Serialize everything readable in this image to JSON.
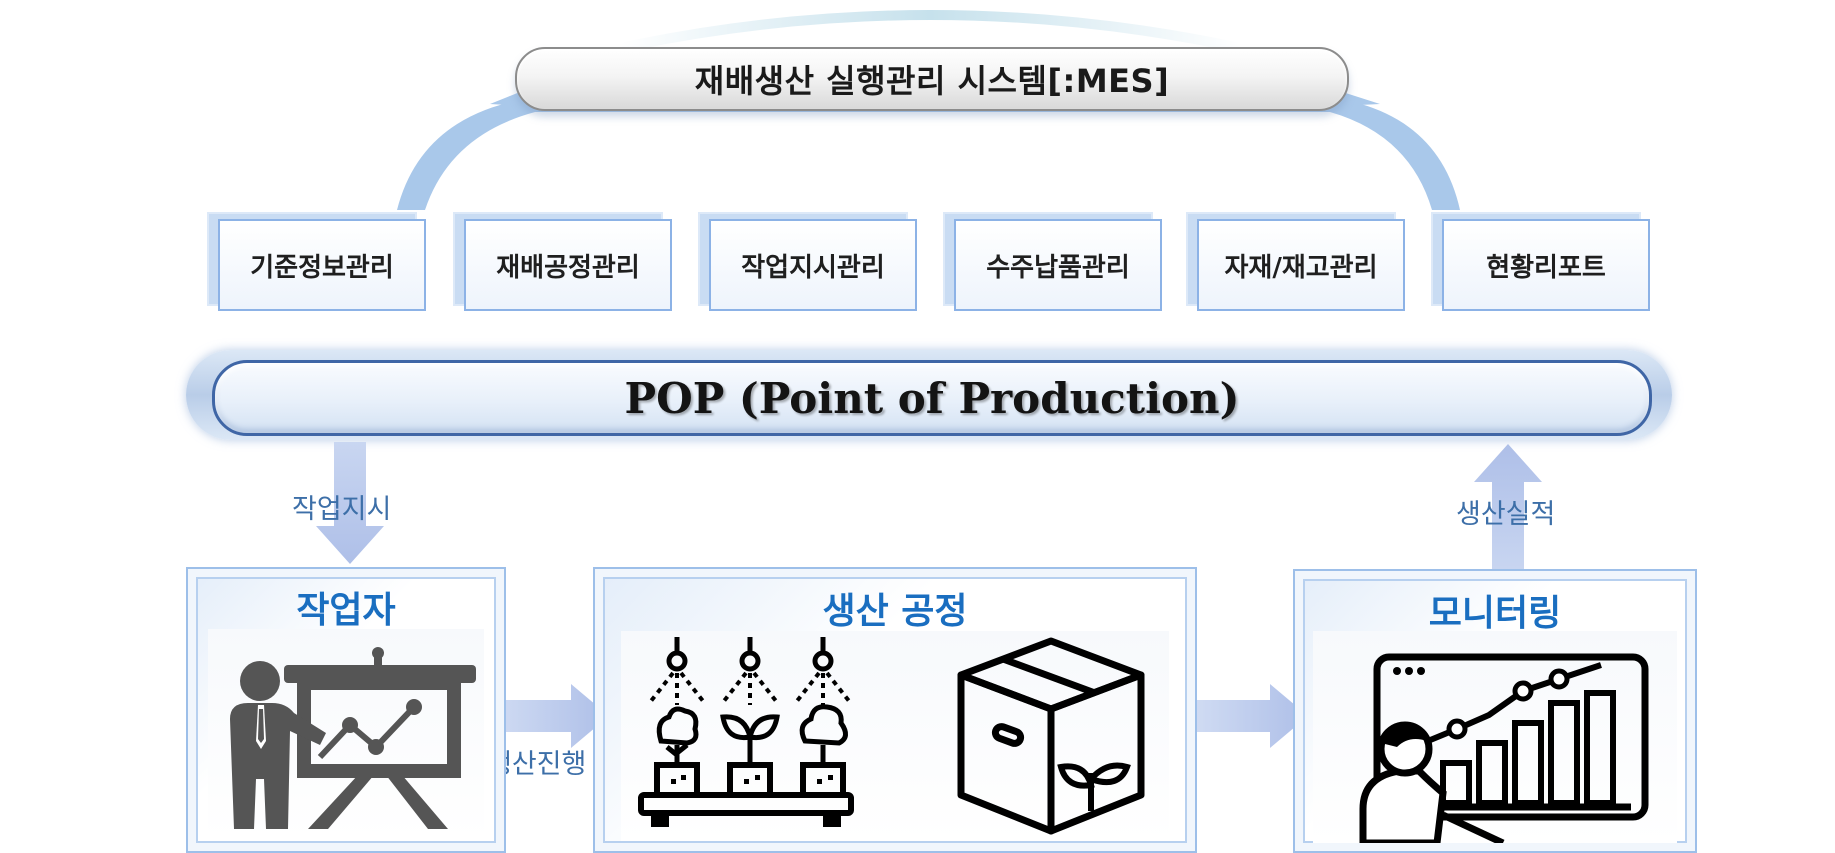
{
  "mes_system": {
    "title": "재배생산 실행관리 시스템[:MES]"
  },
  "modules": [
    {
      "label": "기준정보관리"
    },
    {
      "label": "재배공정관리"
    },
    {
      "label": "작업지시관리"
    },
    {
      "label": "수주납품관리"
    },
    {
      "label": "자재/재고관리"
    },
    {
      "label": "현황리포트"
    }
  ],
  "pop": {
    "title": "POP (Point of Production)"
  },
  "flows": {
    "work_order": "작업지시",
    "production_progress": "생산진행",
    "production_results": "생산실적"
  },
  "panels": {
    "worker": {
      "title": "작업자",
      "icon": "presentation-icon"
    },
    "production_process": {
      "title": "생산 공정",
      "icons": [
        "plant-sprinkler-icon",
        "box-plant-icon"
      ]
    },
    "monitoring": {
      "title": "모니터링",
      "icon": "monitor-chart-icon"
    }
  },
  "colors": {
    "accent_blue": "#1a6ec0",
    "flow_label": "#3d6fa8",
    "arrow": "#b7c8ee",
    "arch": "#a9c8ea"
  }
}
